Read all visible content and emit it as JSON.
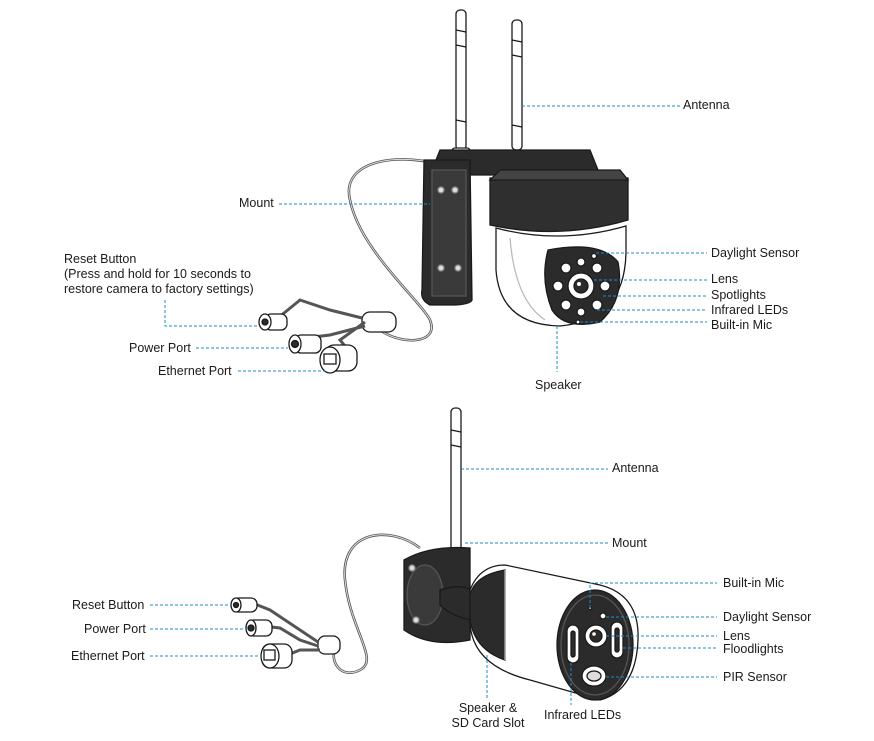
{
  "colors": {
    "leader": "#1e88c8",
    "ink": "#1a1a1a",
    "body": "#ffffff",
    "dark": "#2b2b2b"
  },
  "ptz": {
    "antenna": "Antenna",
    "mount": "Mount",
    "reset_button": "Reset Button\n(Press and hold for 10 seconds to\nrestore camera to factory settings)",
    "power_port": "Power Port",
    "ethernet_port": "Ethernet Port",
    "daylight_sensor": "Daylight Sensor",
    "lens": "Lens",
    "spotlights": "Spotlights",
    "infrared_leds": "Infrared LEDs",
    "builtin_mic": "Built-in Mic",
    "speaker": "Speaker"
  },
  "bullet": {
    "antenna": "Antenna",
    "mount": "Mount",
    "builtin_mic": "Built-in Mic",
    "daylight_sensor": "Daylight Sensor",
    "lens": "Lens",
    "floodlights": "Floodlights",
    "pir_sensor": "PIR Sensor",
    "reset_button": "Reset Button",
    "power_port": "Power Port",
    "ethernet_port": "Ethernet Port",
    "speaker_sd": "Speaker &\nSD Card Slot",
    "infrared_leds": "Infrared LEDs"
  }
}
